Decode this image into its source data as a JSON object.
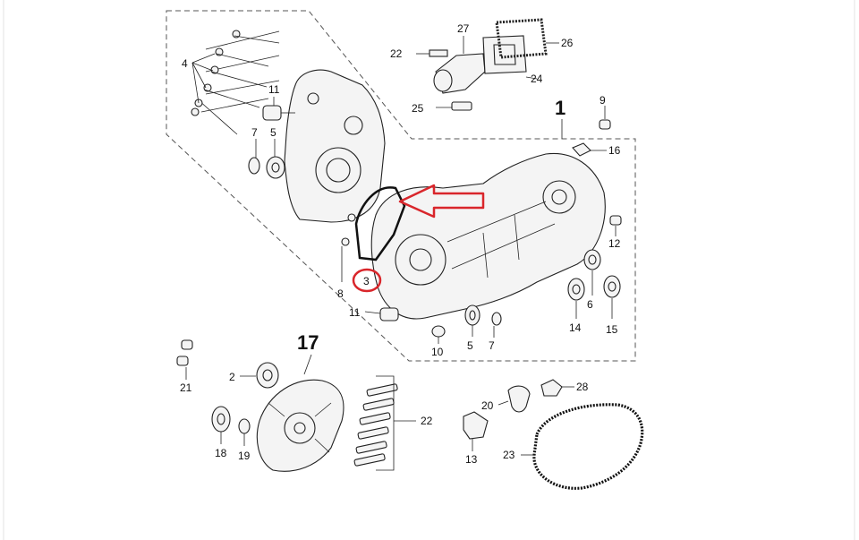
{
  "diagram": {
    "callouts": {
      "c1": "1",
      "c2": "2",
      "c3": "3",
      "c4": "4",
      "c5a": "5",
      "c5b": "5",
      "c6": "6",
      "c7a": "7",
      "c7b": "7",
      "c8": "8",
      "c9": "9",
      "c10": "10",
      "c11a": "11",
      "c11b": "11",
      "c12": "12",
      "c13": "13",
      "c14": "14",
      "c15": "15",
      "c16": "16",
      "c17": "17",
      "c18": "18",
      "c19": "19",
      "c20": "20",
      "c21": "21",
      "c22a": "22",
      "c22b": "22",
      "c23": "23",
      "c24": "24",
      "c25": "25",
      "c26": "26",
      "c27": "27",
      "c28": "28"
    },
    "colors": {
      "highlight": "#d9262b",
      "lines": "#222222",
      "frame": "#555555"
    }
  }
}
